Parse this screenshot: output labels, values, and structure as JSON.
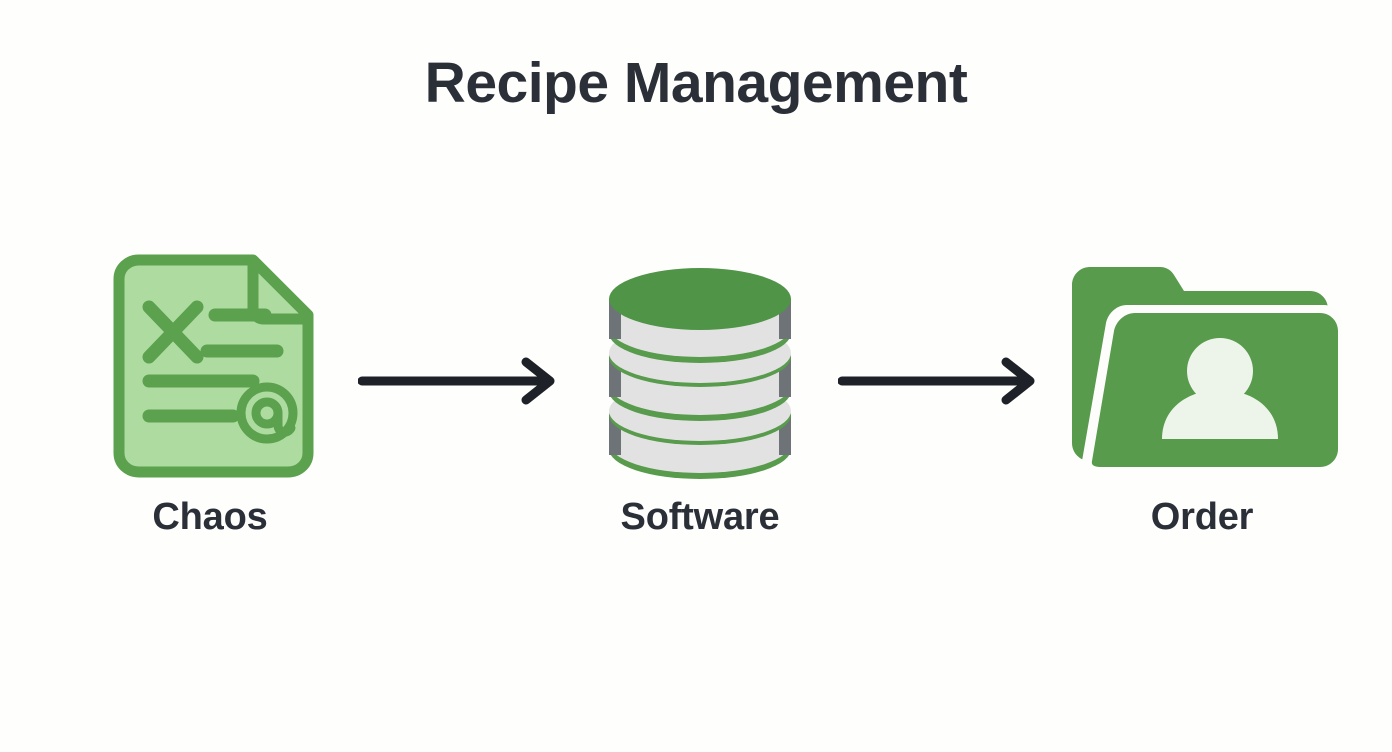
{
  "page": {
    "title": "Recipe Management",
    "background_color": "#FEFEFD",
    "title_color": "#2B2F38"
  },
  "theme": {
    "green_primary": "#589B4C",
    "green_database_top": "#4F9447",
    "green_doc_fill": "#AEDCA0",
    "green_doc_stroke": "#5BA14E",
    "silver": "#E2E2E2",
    "silver_shadow": "#6E7377",
    "person_light": "#EDF5EA",
    "arrow_color": "#1E2228"
  },
  "flow": {
    "stages": [
      {
        "id": "chaos",
        "label": "Chaos",
        "icon": "document-scribbles-icon"
      },
      {
        "id": "software",
        "label": "Software",
        "icon": "database-icon"
      },
      {
        "id": "order",
        "label": "Order",
        "icon": "folder-user-icon"
      }
    ],
    "arrows": [
      {
        "id": "arrow-chaos-to-software",
        "icon": "arrow-right-icon"
      },
      {
        "id": "arrow-software-to-order",
        "icon": "arrow-right-icon"
      }
    ]
  }
}
